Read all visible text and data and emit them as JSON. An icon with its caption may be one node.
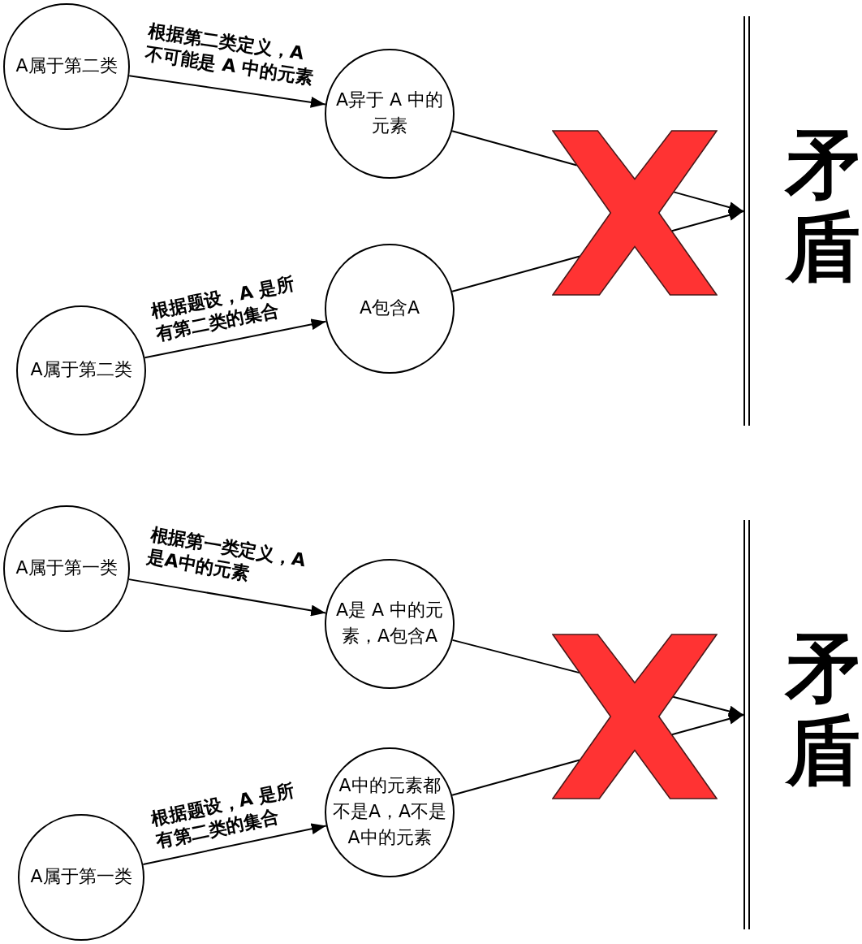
{
  "diagram": {
    "nodes": [
      {
        "text": [
          "A属于第二类"
        ]
      },
      {
        "text": [
          "A异于 A 中的元素"
        ]
      },
      {
        "text": [
          "A包含A"
        ]
      },
      {
        "text": [
          "A属于第二类"
        ]
      },
      {
        "text": [
          "矛盾"
        ]
      },
      {
        "text": [
          "A属于第一类"
        ]
      },
      {
        "text": [
          "A是 A 中的元素，A包含A"
        ]
      },
      {
        "text": [
          "A中的元素都不是A，A不是A中的元素"
        ]
      },
      {
        "text": [
          "A属于第一类"
        ]
      },
      {
        "text": [
          "矛盾"
        ]
      },
      {
        "text": [],
        "shape": "cross"
      },
      {
        "text": [],
        "shape": "cross"
      }
    ],
    "edges": [
      {
        "from": 0,
        "to": 1,
        "arrow": "to",
        "label": "根据第二类定义，A不可能是 A 中的元素"
      },
      {
        "from": 3,
        "to": 2,
        "arrow": "to",
        "label": "根据题设，A 是所有第二类的集合"
      },
      {
        "from": 1,
        "to": 10,
        "arrow": "none"
      },
      {
        "from": 2,
        "to": 10,
        "arrow": "none"
      },
      {
        "from": 10,
        "to": 4,
        "arrow": "to"
      },
      {
        "from": 10,
        "to": 4,
        "arrow": "to"
      },
      {
        "from": 5,
        "to": 6,
        "arrow": "to",
        "label": "根据第一类定义，A是A中的元素"
      },
      {
        "from": 8,
        "to": 7,
        "arrow": "to",
        "label": "根据题设，A 是所有第二类的集合"
      },
      {
        "from": 6,
        "to": 11,
        "arrow": "none"
      },
      {
        "from": 7,
        "to": 11,
        "arrow": "none"
      },
      {
        "from": 11,
        "to": 9,
        "arrow": "to"
      },
      {
        "from": 11,
        "to": 9,
        "arrow": "to"
      }
    ]
  }
}
